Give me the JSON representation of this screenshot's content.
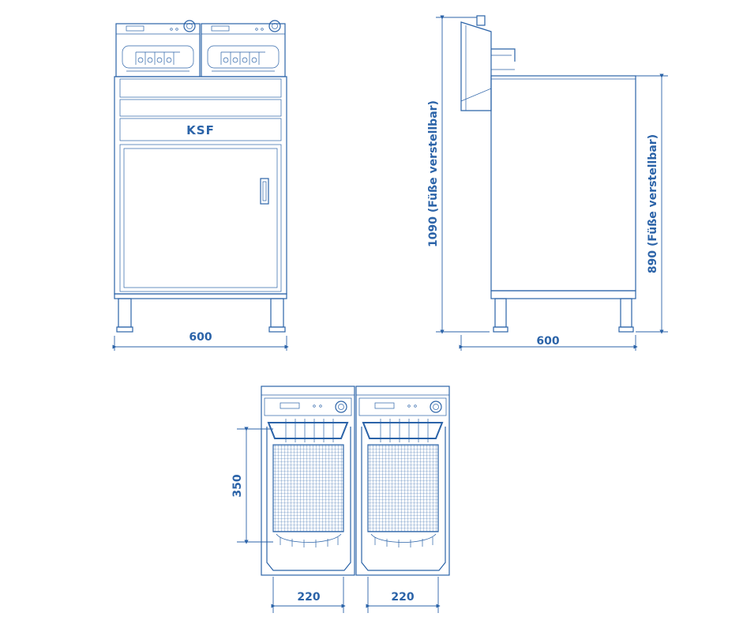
{
  "brand": {
    "logo": "KSF"
  },
  "colors": {
    "line": "#2b63a8",
    "background": "#ffffff"
  },
  "dimensions": {
    "front_width": "600",
    "side_depth": "600",
    "total_height": "1090 (Füße verstellbar)",
    "counter_height": "890 (Füße verstellbar)",
    "basket_depth": "350",
    "basket_width_left": "220",
    "basket_width_right": "220"
  }
}
